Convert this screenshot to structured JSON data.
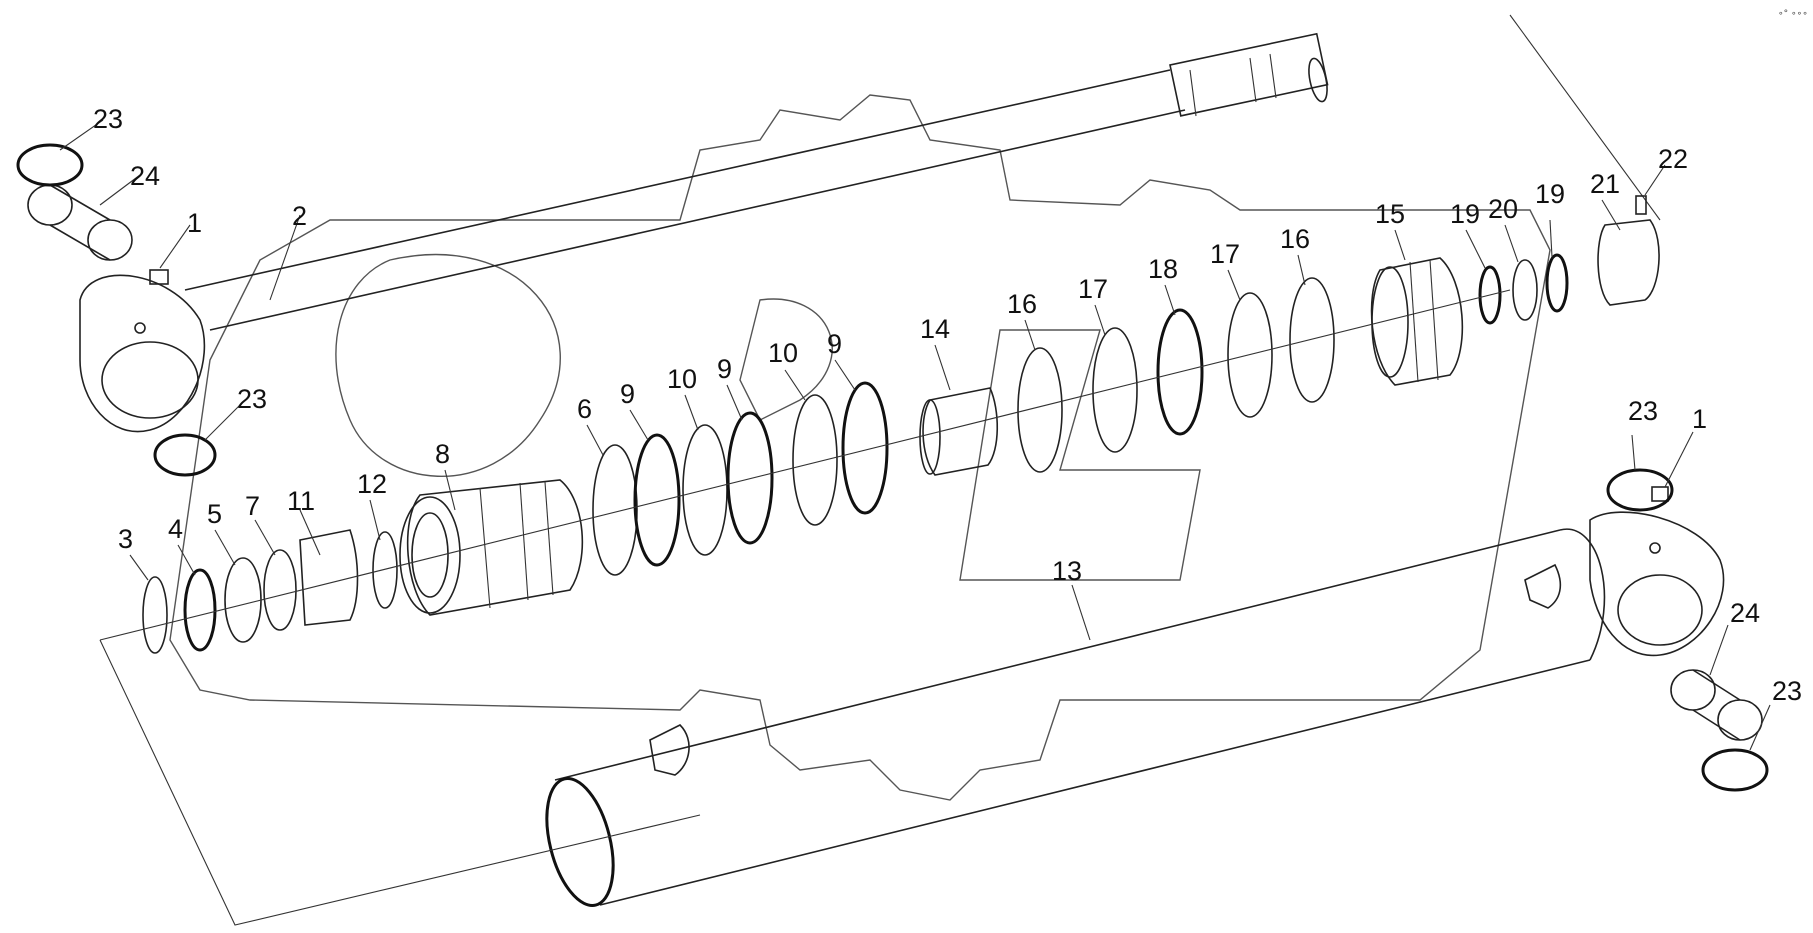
{
  "corner_mark": "∘° ∘∘∘",
  "callouts": [
    {
      "label": "23"
    },
    {
      "label": "24"
    },
    {
      "label": "1"
    },
    {
      "label": "2"
    },
    {
      "label": "23"
    },
    {
      "label": "3"
    },
    {
      "label": "4"
    },
    {
      "label": "5"
    },
    {
      "label": "7"
    },
    {
      "label": "11"
    },
    {
      "label": "12"
    },
    {
      "label": "8"
    },
    {
      "label": "6"
    },
    {
      "label": "9"
    },
    {
      "label": "10"
    },
    {
      "label": "9"
    },
    {
      "label": "10"
    },
    {
      "label": "9"
    },
    {
      "label": "14"
    },
    {
      "label": "16"
    },
    {
      "label": "17"
    },
    {
      "label": "18"
    },
    {
      "label": "17"
    },
    {
      "label": "16"
    },
    {
      "label": "15"
    },
    {
      "label": "19"
    },
    {
      "label": "20"
    },
    {
      "label": "19"
    },
    {
      "label": "21"
    },
    {
      "label": "22"
    },
    {
      "label": "23"
    },
    {
      "label": "1"
    },
    {
      "label": "13"
    },
    {
      "label": "24"
    },
    {
      "label": "23"
    }
  ]
}
